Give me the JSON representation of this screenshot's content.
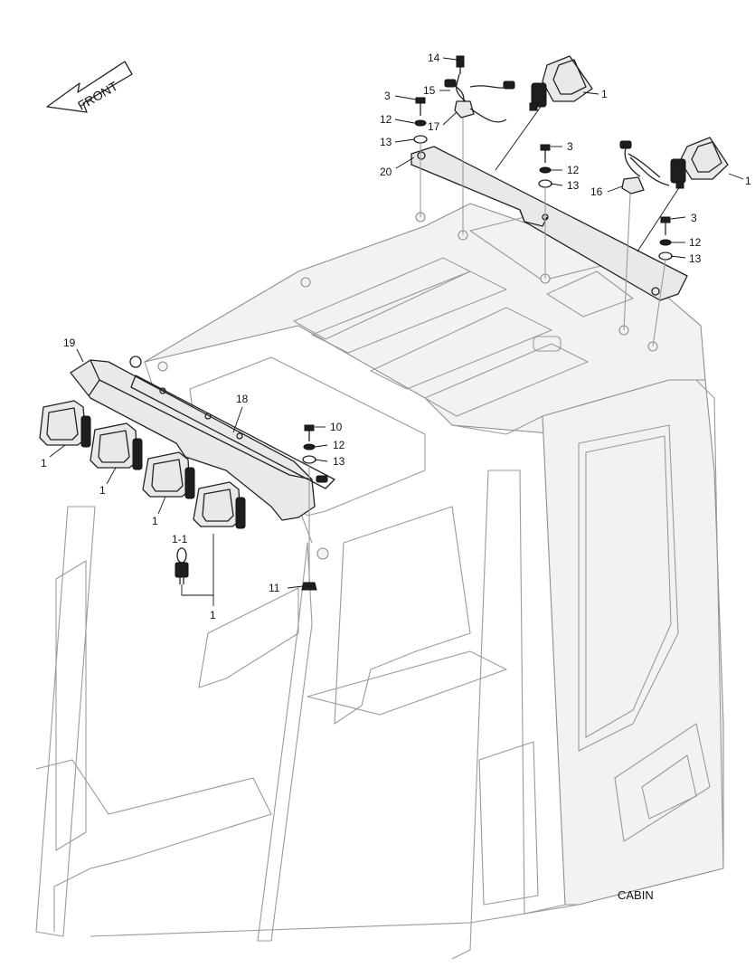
{
  "diagram": {
    "front_arrow_label": "FRONT",
    "section_label": "CABIN",
    "callouts": [
      {
        "id": "c-14",
        "text": "14"
      },
      {
        "id": "c-15",
        "text": "15"
      },
      {
        "id": "c-3a",
        "text": "3"
      },
      {
        "id": "c-12a",
        "text": "12"
      },
      {
        "id": "c-17",
        "text": "17"
      },
      {
        "id": "c-13a",
        "text": "13"
      },
      {
        "id": "c-20",
        "text": "20"
      },
      {
        "id": "c-1a",
        "text": "1"
      },
      {
        "id": "c-3b",
        "text": "3"
      },
      {
        "id": "c-12b",
        "text": "12"
      },
      {
        "id": "c-13b",
        "text": "13"
      },
      {
        "id": "c-1b",
        "text": "1"
      },
      {
        "id": "c-16",
        "text": "16"
      },
      {
        "id": "c-3c",
        "text": "3"
      },
      {
        "id": "c-12c",
        "text": "12"
      },
      {
        "id": "c-13c",
        "text": "13"
      },
      {
        "id": "c-19",
        "text": "19"
      },
      {
        "id": "c-18",
        "text": "18"
      },
      {
        "id": "c-10",
        "text": "10"
      },
      {
        "id": "c-12d",
        "text": "12"
      },
      {
        "id": "c-13d",
        "text": "13"
      },
      {
        "id": "c-1c",
        "text": "1"
      },
      {
        "id": "c-1d",
        "text": "1"
      },
      {
        "id": "c-1e",
        "text": "1"
      },
      {
        "id": "c-1-1",
        "text": "1-1"
      },
      {
        "id": "c-11",
        "text": "11"
      },
      {
        "id": "c-1f",
        "text": "1"
      }
    ]
  }
}
